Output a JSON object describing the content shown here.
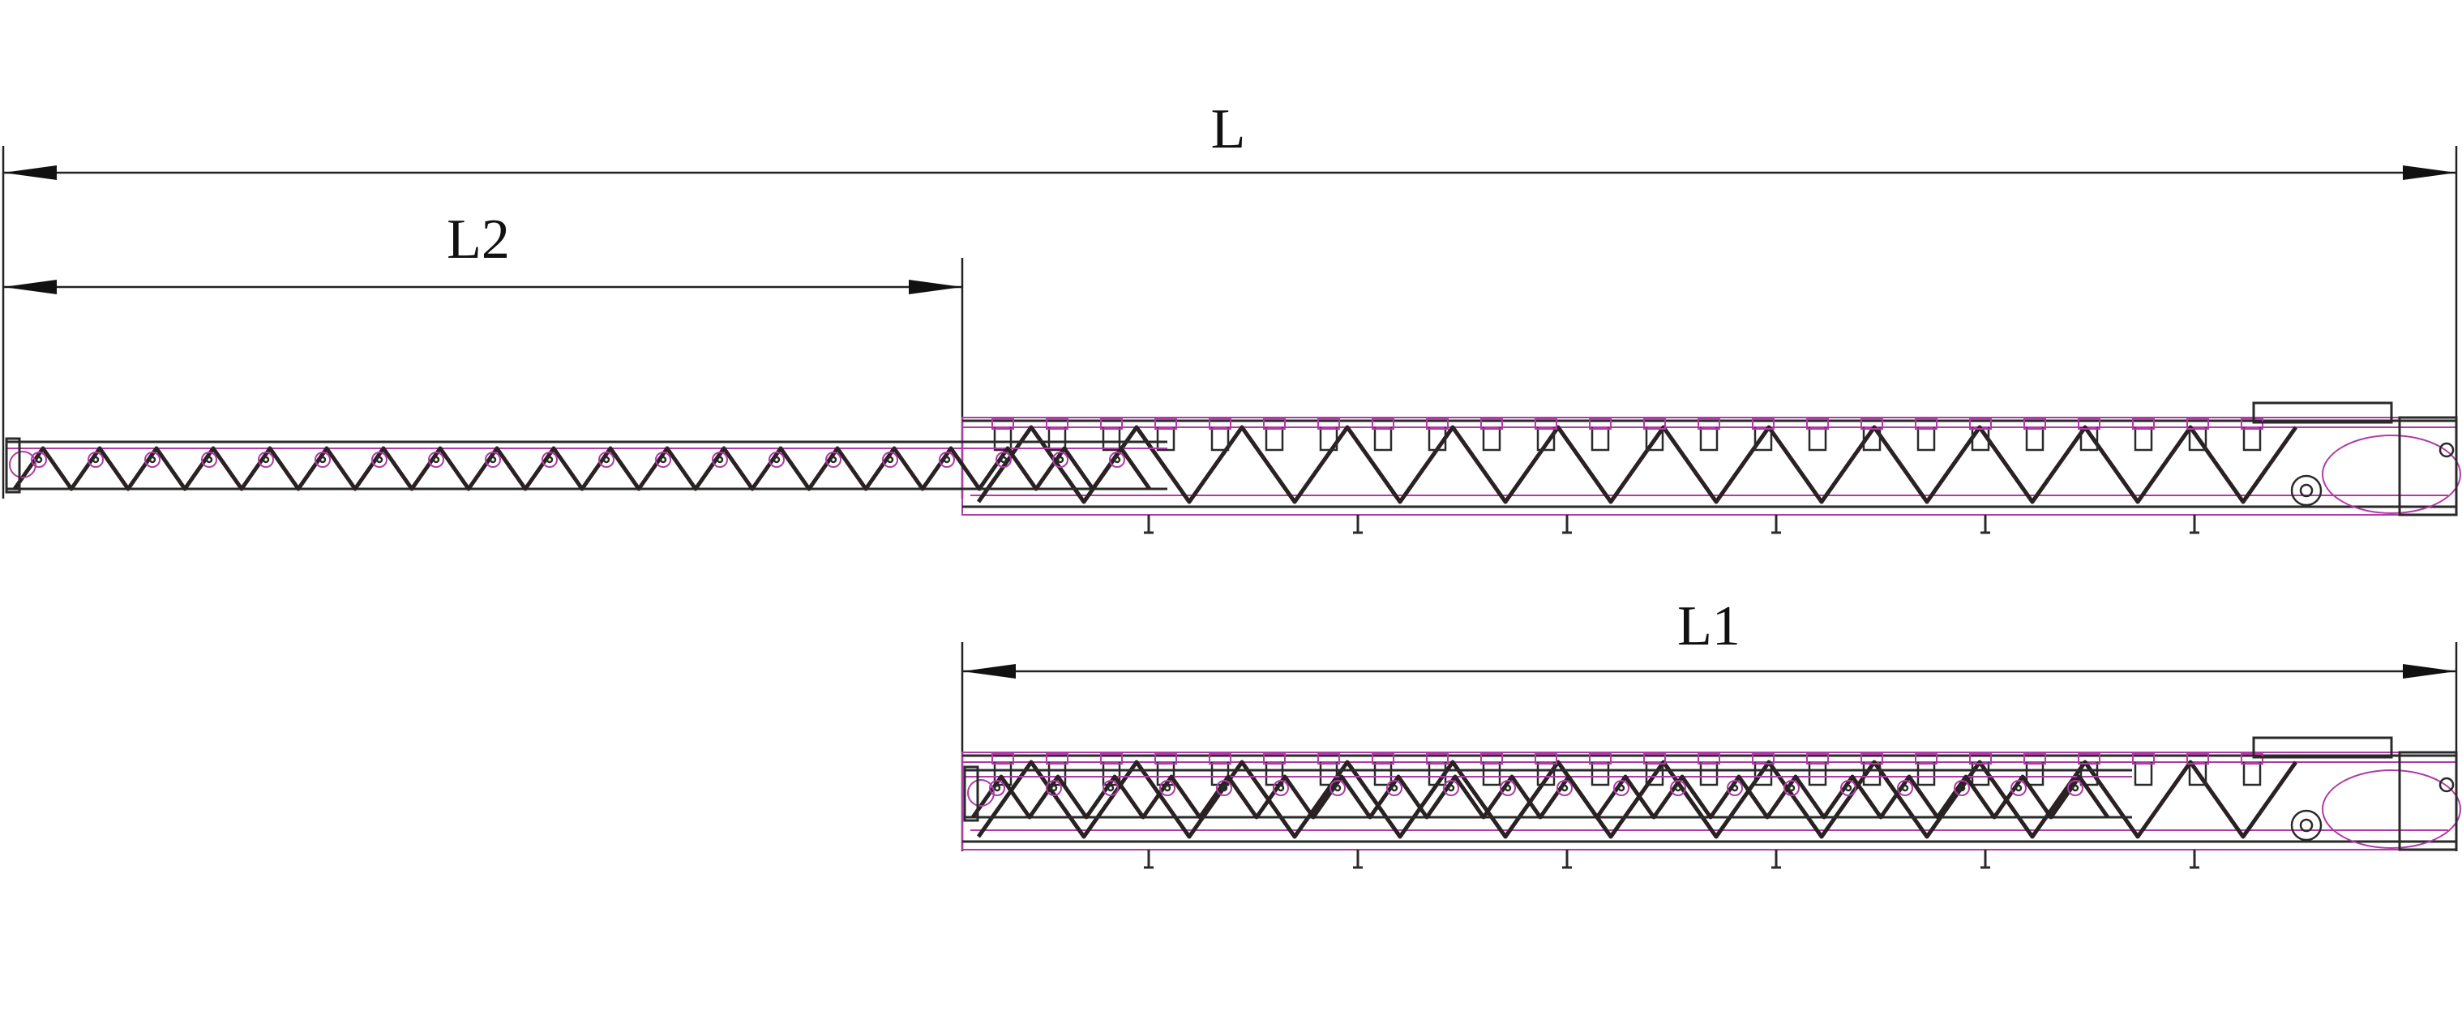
{
  "dimensions": {
    "overall_label": "L",
    "extension_label": "L2",
    "retracted_label": "L1"
  },
  "colors": {
    "line_dark": "#2a2a2a",
    "line_magenta": "#b03aa6",
    "background": "#ffffff"
  },
  "views": [
    {
      "name": "extended-conveyor-view",
      "state": "extended"
    },
    {
      "name": "retracted-conveyor-view",
      "state": "retracted"
    }
  ]
}
